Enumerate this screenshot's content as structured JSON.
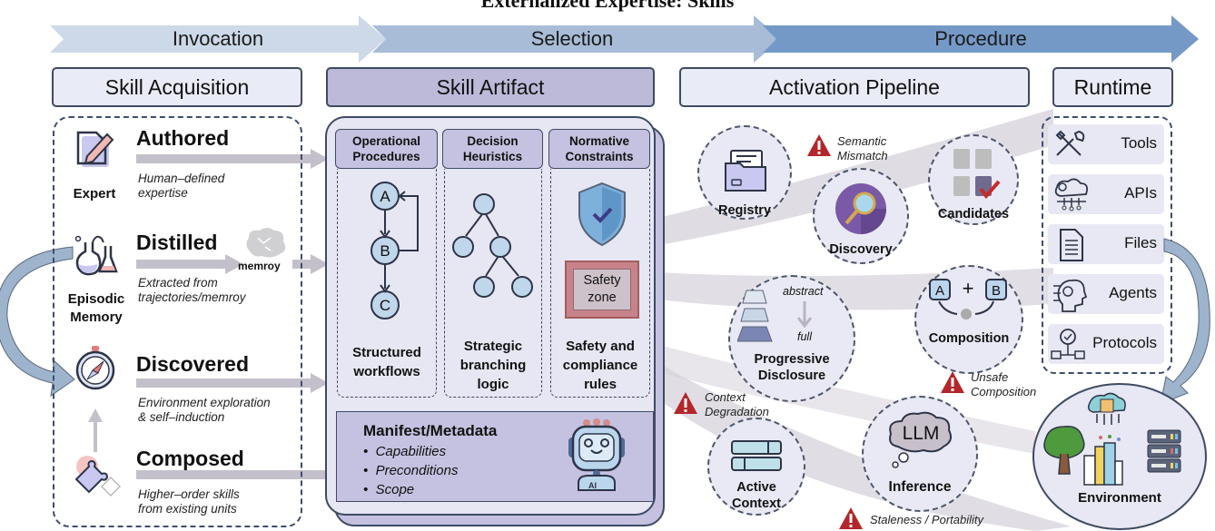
{
  "title": "Externalized Expertise: Skills",
  "phases": [
    {
      "label": "Invocation",
      "color": "#cdd9e8"
    },
    {
      "label": "Selection",
      "color": "#a7bcd7"
    },
    {
      "label": "Procedure",
      "color": "#7599c7"
    }
  ],
  "columns": {
    "acquisition": "Skill Acquisition",
    "artifact": "Skill Artifact",
    "pipeline": "Activation Pipeline",
    "runtime": "Runtime"
  },
  "acquisition": {
    "methods": [
      {
        "title": "Authored",
        "desc1": "Human–defined",
        "desc2": "expertise",
        "icon": "expert-pencil-icon",
        "icon_label": "Expert"
      },
      {
        "title": "Distilled",
        "desc1": "Extracted from",
        "desc2": "trajectories/memroy",
        "icon": "flask-icon",
        "icon_label": "Episodic Memory",
        "brain_label": "memroy"
      },
      {
        "title": "Discovered",
        "desc1": "Environment exploration",
        "desc2": "& self–induction",
        "icon": "compass-icon"
      },
      {
        "title": "Composed",
        "desc1": "Higher–order skills",
        "desc2": "from existing units",
        "icon": "puzzle-icon"
      }
    ]
  },
  "artifact": {
    "subcolumns": [
      {
        "head1": "Operational",
        "head2": "Procedures",
        "caption1": "Structured",
        "caption2": "workflows",
        "nodes": [
          "A",
          "B",
          "C"
        ]
      },
      {
        "head1": "Decision",
        "head2": "Heuristics",
        "caption1": "Strategic",
        "caption2": "branching",
        "caption3": "logic"
      },
      {
        "head1": "Normative",
        "head2": "Constraints",
        "caption1": "Safety and",
        "caption2": "compliance",
        "caption3": "rules",
        "zone1": "Safety",
        "zone2": "zone"
      }
    ],
    "manifest": {
      "title": "Manifest/Metadata",
      "items": [
        "Capabilities",
        "Preconditions",
        "Scope"
      ],
      "robot_badge": "AI"
    }
  },
  "pipeline": {
    "nodes": {
      "registry": "Registry",
      "discovery": "Discovery",
      "candidates": "Candidates",
      "disclosure1": "Progressive",
      "disclosure2": "Disclosure",
      "abstract": "abstract",
      "full": "full",
      "composition": "Composition",
      "comp_a": "A",
      "comp_plus": "+",
      "comp_b": "B",
      "context1": "Active",
      "context2": "Context",
      "llm": "LLM",
      "inference": "Inference"
    },
    "warnings": [
      {
        "line1": "Semantic",
        "line2": "Mismatch"
      },
      {
        "line1": "Unsafe",
        "line2": "Composition"
      },
      {
        "line1": "Context",
        "line2": "Degradation"
      },
      {
        "line1": "Staleness / Portability",
        "line2": ""
      }
    ]
  },
  "runtime": {
    "items": [
      {
        "label": "Tools",
        "icon": "tools-icon"
      },
      {
        "label": "APIs",
        "icon": "cloud-api-icon"
      },
      {
        "label": "Files",
        "icon": "file-icon"
      },
      {
        "label": "Agents",
        "icon": "agent-head-icon"
      },
      {
        "label": "Protocols",
        "icon": "protocol-icon"
      }
    ],
    "environment": "Environment"
  },
  "colors": {
    "warning": "#b3262a",
    "artifact": "#c4c2e0",
    "panel": "#e7e8f3",
    "border": "#3f4a63"
  }
}
